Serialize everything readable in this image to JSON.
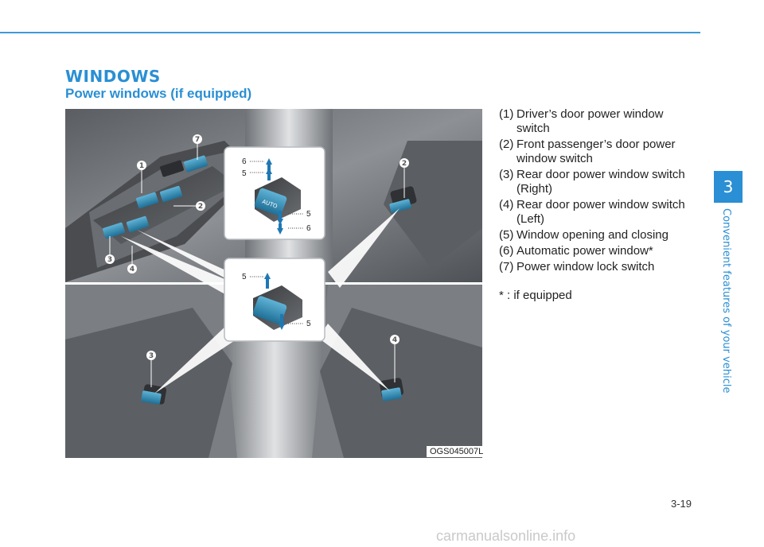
{
  "header": {
    "section_title": "WINDOWS",
    "subtitle": "Power windows (if equipped)"
  },
  "figure": {
    "code": "OGS045007L",
    "top_callouts": [
      "1",
      "7",
      "2",
      "3",
      "4",
      "2"
    ],
    "bottom_callouts": [
      "3",
      "4"
    ],
    "zoom_top_labels": [
      "6",
      "5",
      "5",
      "6"
    ],
    "zoom_top_button": "AUTO",
    "zoom_bottom_labels": [
      "5",
      "5"
    ]
  },
  "legend": [
    {
      "num": "(1)",
      "text": "Driver’s door power window switch"
    },
    {
      "num": "(2)",
      "text": "Front passenger’s door power window switch"
    },
    {
      "num": "(3)",
      "text": "Rear door power window switch (Right)"
    },
    {
      "num": "(4)",
      "text": "Rear door power window switch (Left)"
    },
    {
      "num": "(5)",
      "text": "Window opening and closing"
    },
    {
      "num": "(6)",
      "text": "Automatic power window*"
    },
    {
      "num": "(7)",
      "text": "Power window lock switch"
    }
  ],
  "note": "* : if equipped",
  "chapter_tab": {
    "number": "3",
    "title": "Convenient features of your vehicle"
  },
  "page_number": "3-19",
  "watermark": "carmanualsonline.info"
}
